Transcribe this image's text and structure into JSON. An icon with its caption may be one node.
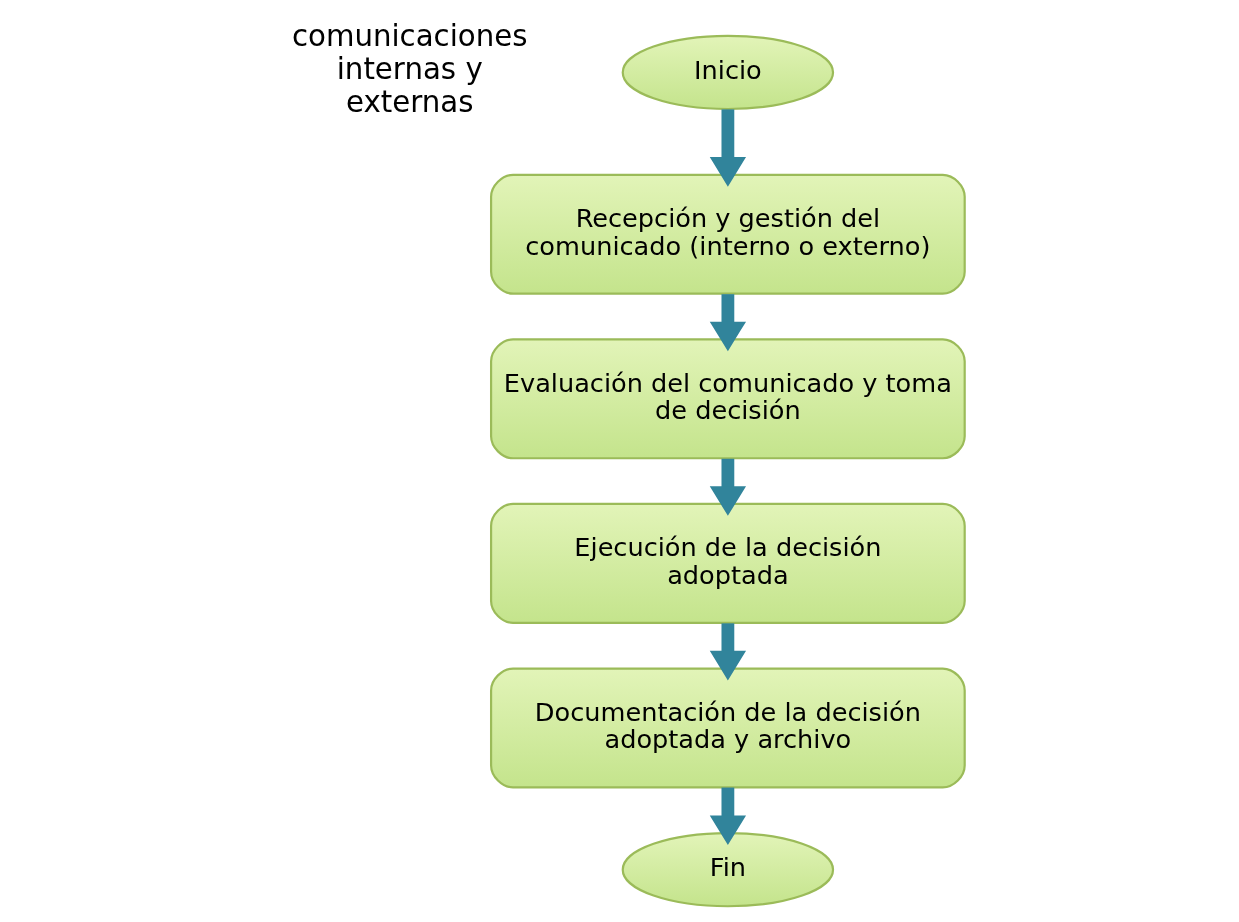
{
  "diagram": {
    "nodes": [
      {
        "text": [
          "Inicio"
        ]
      },
      {
        "text": [
          "Recepción y gestión del comunicado (interno o externo)"
        ]
      },
      {
        "text": [
          "Evaluación del comunicado y toma de decisión"
        ]
      },
      {
        "text": [
          "Ejecución de la decisión adoptada"
        ]
      },
      {
        "text": [
          "Documentación de la decisión adoptada y archivo"
        ]
      },
      {
        "text": [
          "Fin"
        ]
      }
    ],
    "edges": [
      {
        "from": 0,
        "to": 1,
        "arrow": "to"
      },
      {
        "from": 1,
        "to": 2,
        "arrow": "to"
      },
      {
        "from": 2,
        "to": 3,
        "arrow": "to"
      },
      {
        "from": 3,
        "to": 4,
        "arrow": "to"
      },
      {
        "from": 4,
        "to": 5,
        "arrow": "to"
      }
    ],
    "labels": [
      "comunicaciones internas y externas"
    ]
  }
}
